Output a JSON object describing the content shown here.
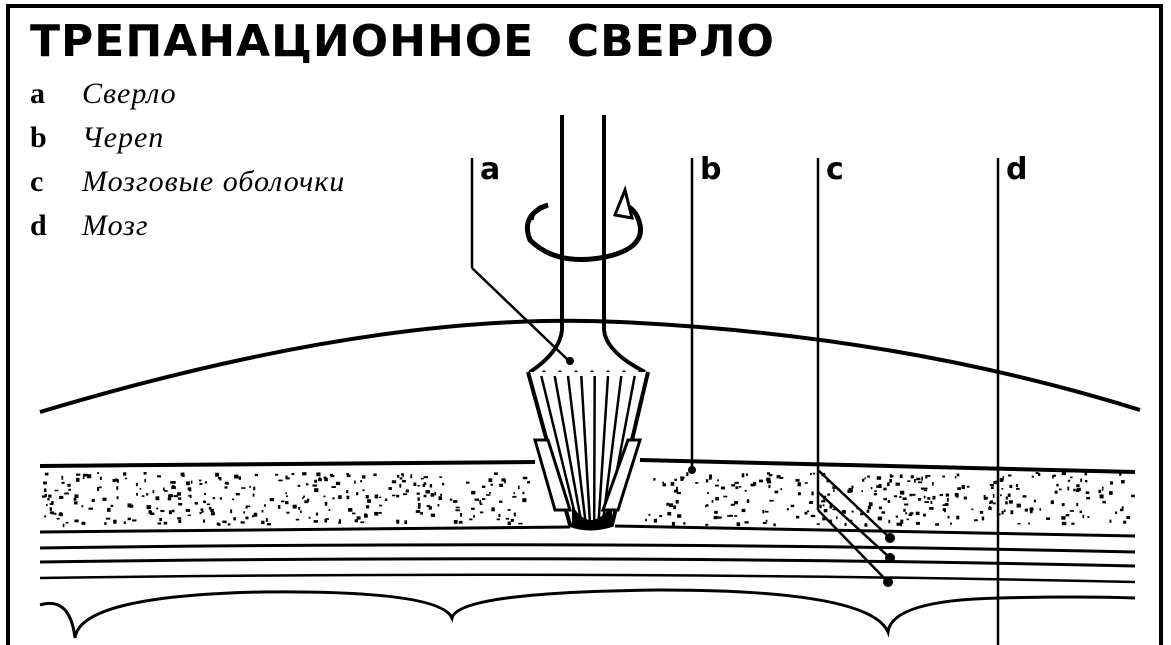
{
  "title": "ТРЕПАНАЦИОННОЕ  СВЕРЛО",
  "legend": [
    {
      "key": "a",
      "text": "Сверло"
    },
    {
      "key": "b",
      "text": "Череп"
    },
    {
      "key": "c",
      "text": "Мозговые оболочки"
    },
    {
      "key": "d",
      "text": "Мозг"
    }
  ],
  "callouts": {
    "a": "a",
    "b": "b",
    "c": "c",
    "d": "d"
  }
}
